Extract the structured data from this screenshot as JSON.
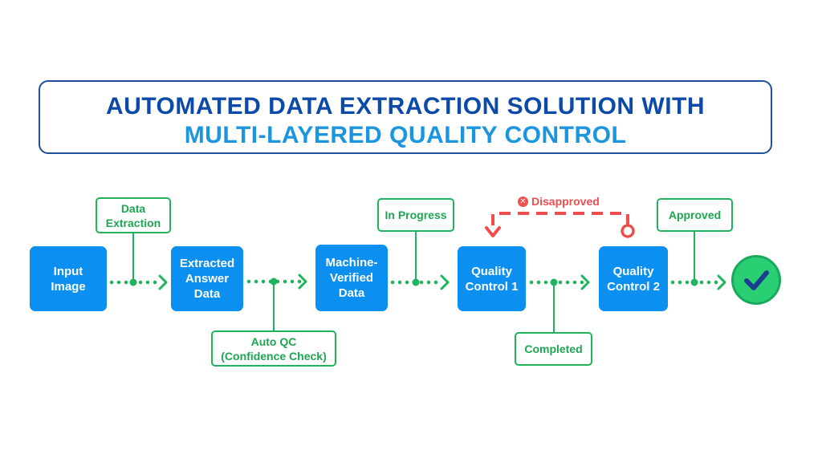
{
  "title": {
    "line1": "AUTOMATED DATA EXTRACTION SOLUTION WITH",
    "line2": "MULTI-LAYERED QUALITY CONTROL"
  },
  "nodes": {
    "input_image": "Input\nImage",
    "extracted_answer_data": "Extracted\nAnswer\nData",
    "machine_verified_data": "Machine-\nVerified\nData",
    "quality_control_1": "Quality\nControl 1",
    "quality_control_2": "Quality\nControl 2"
  },
  "labels": {
    "data_extraction": "Data\nExtraction",
    "auto_qc": "Auto QC\n(Confidence Check)",
    "in_progress": "In Progress",
    "completed": "Completed",
    "approved": "Approved",
    "disapproved": "Disapproved"
  },
  "icons": {
    "disapproved_icon": "x-circle-icon",
    "final_icon": "checkmark-circle-icon"
  },
  "colors": {
    "title_dark_blue": "#0b4aa8",
    "title_light_blue": "#1b95e0",
    "node_blue": "#0b8ff0",
    "connector_green": "#21b35c",
    "reject_red": "#ef4e4e"
  }
}
